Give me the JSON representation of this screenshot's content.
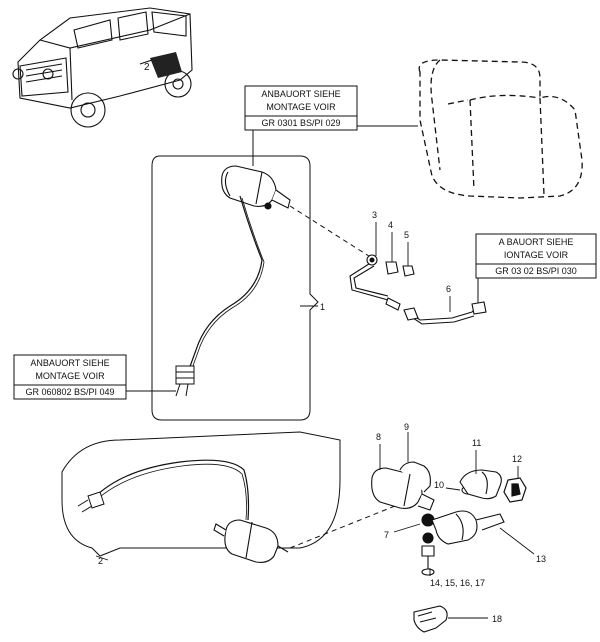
{
  "callouts": {
    "top": {
      "line1": "ANBAUORT SIEHE",
      "line2": "MONTAGE VOIR",
      "line3": "GR  0301 BS/PI  029"
    },
    "right": {
      "line1": "A  BAUORT SIEHE",
      "line2": "  IONTAGE VOIR",
      "line3": "GR   03 02 BS/PI 030"
    },
    "left": {
      "line1": "ANBAUORT SIEHE",
      "line2": "MONTAGE VOIR",
      "line3": "GR 060802 BS/PI  049"
    }
  },
  "part_numbers": {
    "p1": "1",
    "p2": "2",
    "p3": "3",
    "p4": "4",
    "p5": "5",
    "p6": "6",
    "p7": "7",
    "p8": "8",
    "p9": "9",
    "p10": "10",
    "p11": "11",
    "p12": "12",
    "p13": "13",
    "p14_17": "14, 15, 16, 17",
    "p18": "18"
  },
  "vehicle_inset": {
    "marker": "2"
  }
}
